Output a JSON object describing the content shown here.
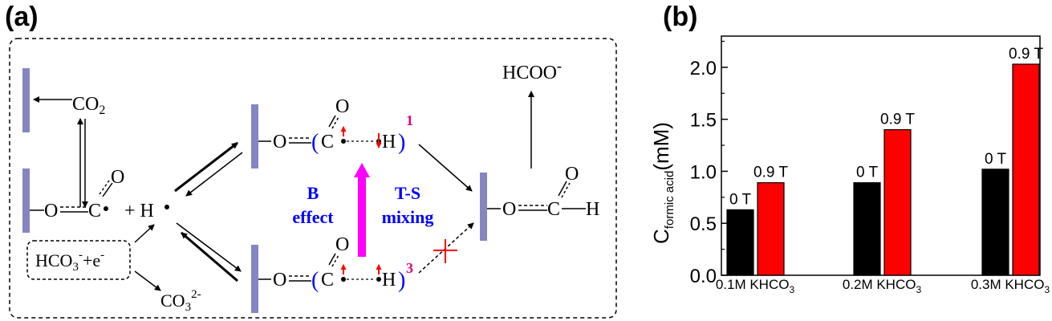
{
  "panel_a": {
    "label": "(a)",
    "co2": "CO",
    "co2_sub": "2",
    "o": "O",
    "c": "C",
    "h": "H",
    "plus_h": "+ H",
    "hco3": "HCO",
    "hco3_sub": "3",
    "hco3_rest": "+e",
    "minus": "-",
    "co3": "CO",
    "co3_sub": "3",
    "co3_sup": "2-",
    "hcoo": "HCOO",
    "paren_open": "(",
    "paren_close": ")",
    "singlet": "1",
    "triplet": "3",
    "b_line1": "B",
    "b_line2": "effect",
    "ts_line1": "T-S",
    "ts_line2": "mixing",
    "colors": {
      "electrode": "#8585c2",
      "magenta": "#ff00ff",
      "blue": "#0000ff",
      "red": "#ff0000",
      "pink_label": "#e6007e"
    }
  },
  "panel_b": {
    "label": "(b)",
    "ylabel_main": "C",
    "ylabel_sub": "formic acid",
    "ylabel_unit": "(mM)",
    "category_sub": "3"
  },
  "chart_data": {
    "type": "bar",
    "categories": [
      "0.1M KHCO",
      "0.2M KHCO",
      "0.3M KHCO"
    ],
    "series": [
      {
        "name": "0 T",
        "color": "#000000",
        "values": [
          0.63,
          0.89,
          1.02
        ]
      },
      {
        "name": "0.9 T",
        "color": "#ff0000",
        "values": [
          0.89,
          1.4,
          2.03
        ]
      }
    ],
    "ylim": [
      0,
      2.3
    ],
    "yticks": [
      "0.0",
      "0.5",
      "1.0",
      "1.5",
      "2.0"
    ],
    "ytick_values": [
      0,
      0.5,
      1.0,
      1.5,
      2.0
    ],
    "grid": false
  }
}
